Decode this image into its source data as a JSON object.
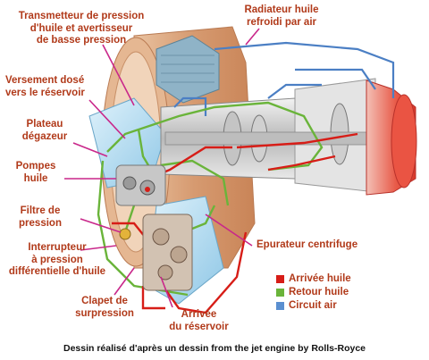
{
  "labels": {
    "transmitter": "Transmetteur de pression\nd'huile et avertisseur\nde basse pression",
    "radiator": "Radiateur huile\nrefroidi par air",
    "versement": "Versement dosé\nvers le réservoir",
    "plateau": "Plateau\ndégazeur",
    "pompes": "Pompes\nhuile",
    "filtre": "Filtre de\npression",
    "interrupteur": "Interrupteur\nà pression\ndifférentielle d'huile",
    "clapet": "Clapet de\nsurpression",
    "arrivee_reservoir": "Arrivée\ndu réservoir",
    "epurateur": "Epurateur centrifuge"
  },
  "legend": [
    {
      "label": "Arrivée huile",
      "color": "#d71d17"
    },
    {
      "label": "Retour huile",
      "color": "#6ab43a"
    },
    {
      "label": "Circuit air",
      "color": "#5a8fd0"
    }
  ],
  "caption": "Dessin réalisé d'après un dessin from the jet engine by Rolls-Royce",
  "colors": {
    "label_text": "#b13a1a",
    "leader_line": "#c9278a",
    "engine_casing": "#d8a07a",
    "exhaust": "#e04a3a",
    "tank_blue": "#9bd0ea"
  }
}
